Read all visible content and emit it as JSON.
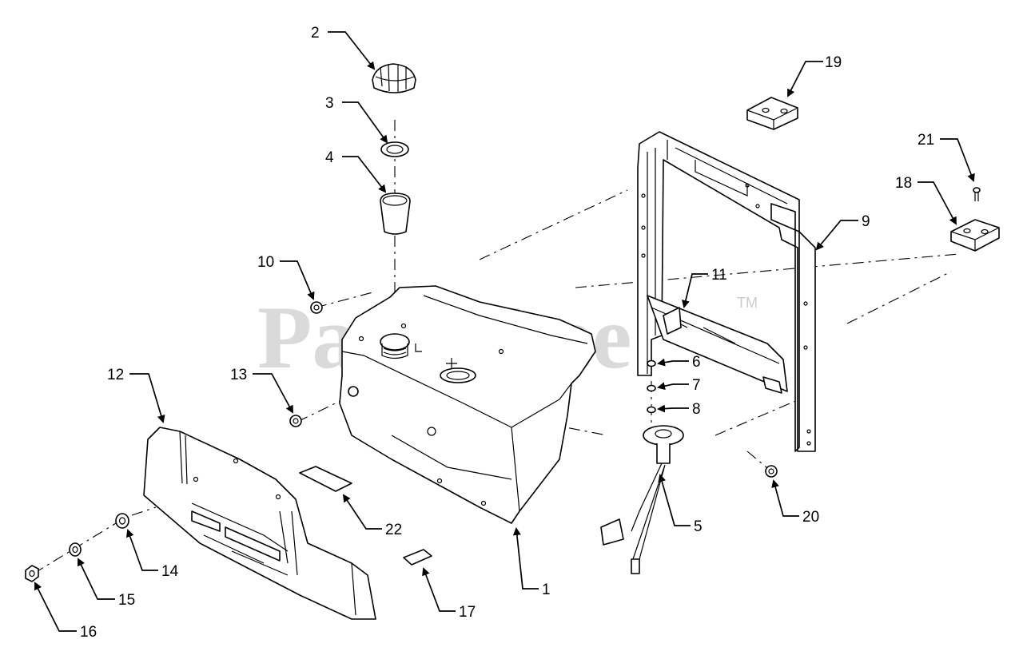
{
  "watermark": {
    "text": "PartsTree",
    "tm": "TM"
  },
  "callouts": {
    "c1": "1",
    "c2": "2",
    "c3": "3",
    "c4": "4",
    "c5": "5",
    "c6": "6",
    "c7": "7",
    "c8": "8",
    "c9": "9",
    "c10": "10",
    "c11": "11",
    "c12": "12",
    "c13": "13",
    "c14": "14",
    "c15": "15",
    "c16": "16",
    "c17": "17",
    "c18": "18",
    "c19": "19",
    "c20": "20",
    "c21": "21",
    "c22": "22"
  }
}
